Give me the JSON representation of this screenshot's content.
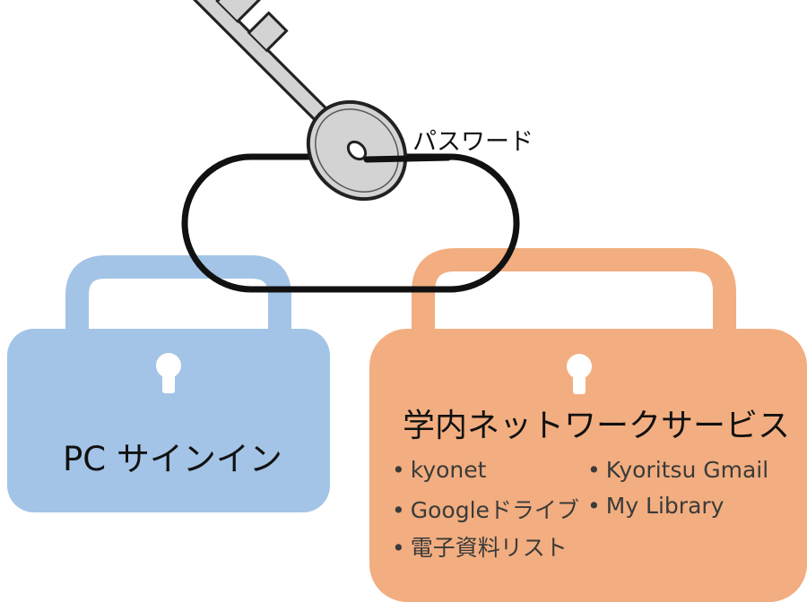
{
  "key": {
    "label": "パスワード"
  },
  "locks": {
    "pc": {
      "title": "PC サインイン",
      "color": "#a3c4e6"
    },
    "network": {
      "title": "学内ネットワークサービス",
      "color": "#f2ae80",
      "services": [
        "kyonet",
        "Kyoritsu Gmail",
        "Googleドライブ",
        "My Library",
        "電子資料リスト"
      ]
    }
  },
  "colors": {
    "key_fill": "#d3d3d3",
    "key_outline": "#222222",
    "ring": "#111111"
  }
}
